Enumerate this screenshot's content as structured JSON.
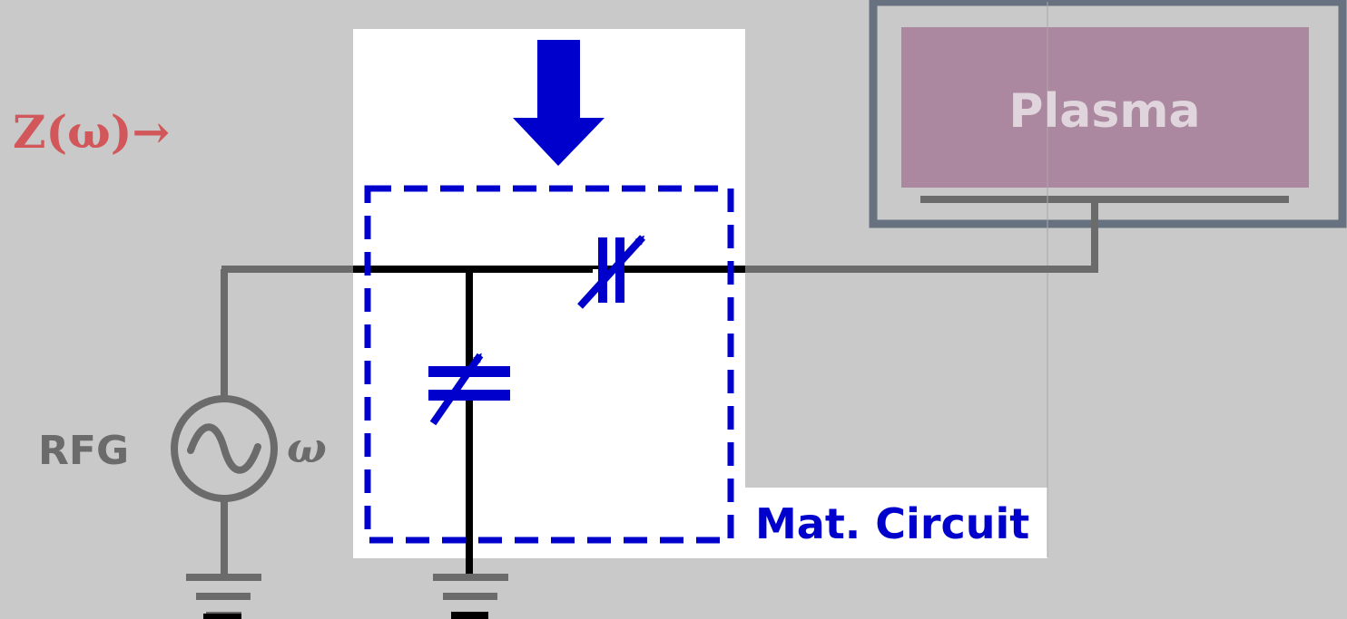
{
  "impedance_label": "Z(ω)→",
  "generator_label": "RFG",
  "frequency_symbol": "ω",
  "plasma_label": "Plasma",
  "matching_circuit_label": "Mat. Circuit",
  "colors": {
    "background": "#c9c9c9",
    "wire_gray": "#6b6b6b",
    "wire_black": "#000000",
    "blue": "#0000cc",
    "plasma_fill": "#ab889f",
    "plasma_border": "#67717f",
    "plasma_text": "#e0d5dc",
    "impedance_text": "#d2575a",
    "panel_white": "#ffffff"
  }
}
